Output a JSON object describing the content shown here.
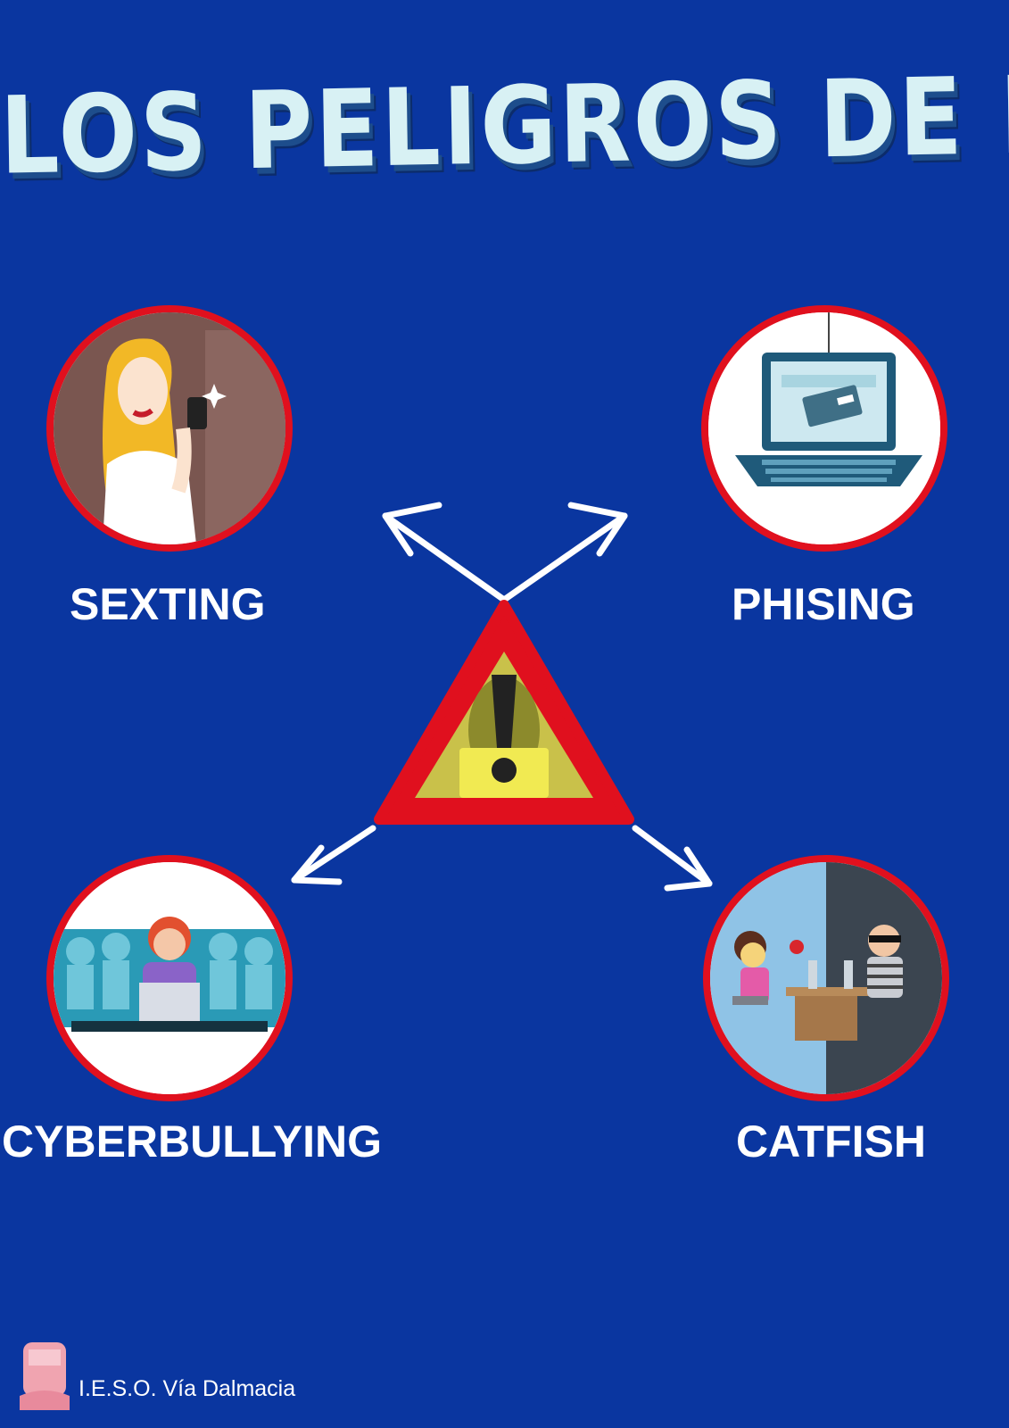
{
  "title": "LOS PELIGROS DE LA RED",
  "dangers": {
    "sexting": {
      "label": "SEXTING",
      "icon": "selfie-woman-icon"
    },
    "phising": {
      "label": "PHISING",
      "icon": "laptop-phishing-icon"
    },
    "cyberbullying": {
      "label": "CYBERBULLYING",
      "icon": "bullied-student-icon"
    },
    "catfish": {
      "label": "CATFISH",
      "icon": "online-predator-icon"
    }
  },
  "center_icon": "warning-triangle-hacker-icon",
  "footer": {
    "school": "I.E.S.O. Vía Dalmacia"
  },
  "colors": {
    "background": "#0a36a0",
    "title": "#d8f1f4",
    "ring": "#e0101e",
    "label": "#ffffff"
  }
}
